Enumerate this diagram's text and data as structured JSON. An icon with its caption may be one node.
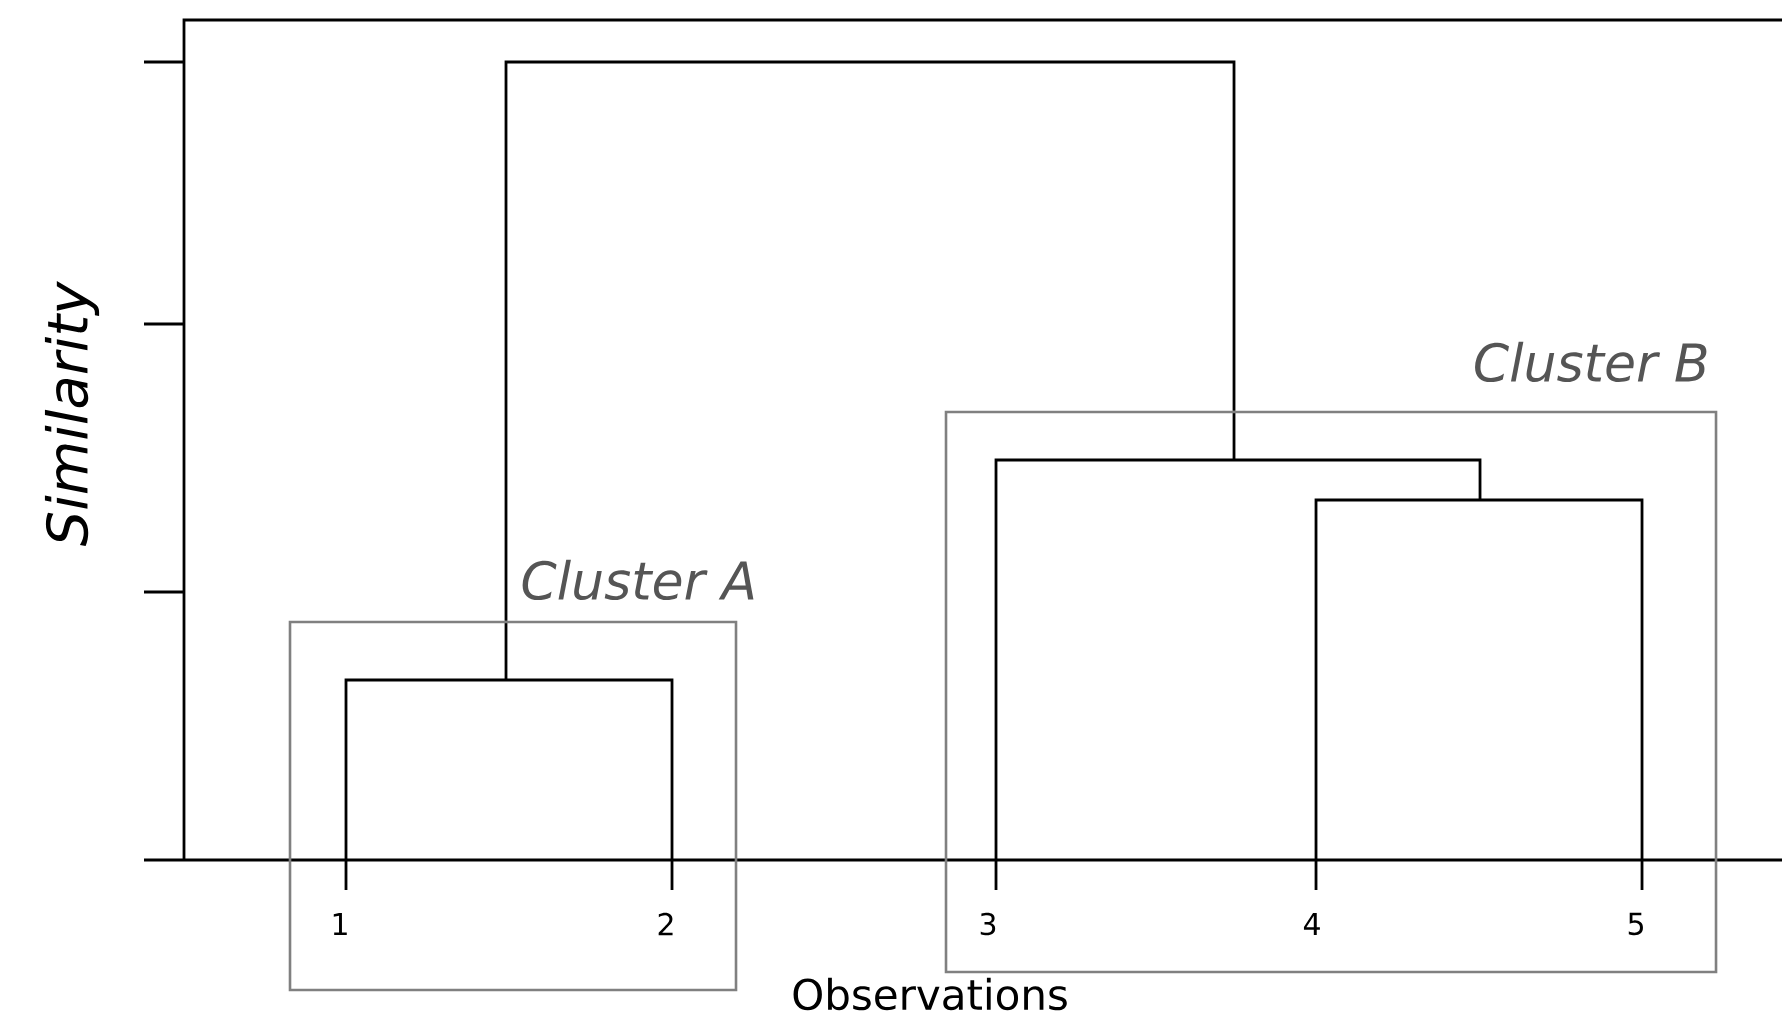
{
  "diagram": {
    "nodes": [
      {
        "text": [
          "Cluster A"
        ]
      },
      {
        "text": [
          "Cluster B"
        ]
      }
    ],
    "edges": [
      {
        "from": 0,
        "to": 1,
        "arrow": "none"
      }
    ],
    "labels": [
      "Similarity",
      "1",
      "2",
      "3",
      "4",
      "5",
      "Observations"
    ]
  }
}
